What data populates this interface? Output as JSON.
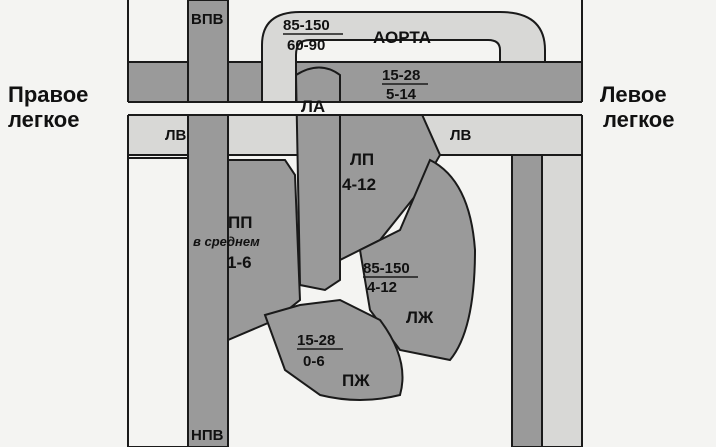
{
  "labels": {
    "right_lung_1": "Правое",
    "right_lung_2": "легкое",
    "left_lung_1": "Левое",
    "left_lung_2": "легкое",
    "svc": "ВПВ",
    "ivc": "НПВ",
    "aorta": "АОРТА",
    "pa": "ЛА",
    "la": "ЛП",
    "ra": "ПП",
    "rv": "ПЖ",
    "lv": "ЛЖ",
    "pv_left": "ЛВ",
    "pv_right": "ЛВ",
    "ra_mean": "в среднем"
  },
  "pressures": {
    "aorta_top": "85-150",
    "aorta_bottom": "60-90",
    "pa_top": "15-28",
    "pa_bottom": "5-14",
    "la": "4-12",
    "ra": "1-6",
    "lv_top": "85-150",
    "lv_bottom": "4-12",
    "rv_top": "15-28",
    "rv_bottom": "0-6"
  },
  "colors": {
    "vessel_fill": "#9a9a9a",
    "outline": "#1a1a1a",
    "background": "#f4f4f2",
    "white": "#ffffff"
  }
}
